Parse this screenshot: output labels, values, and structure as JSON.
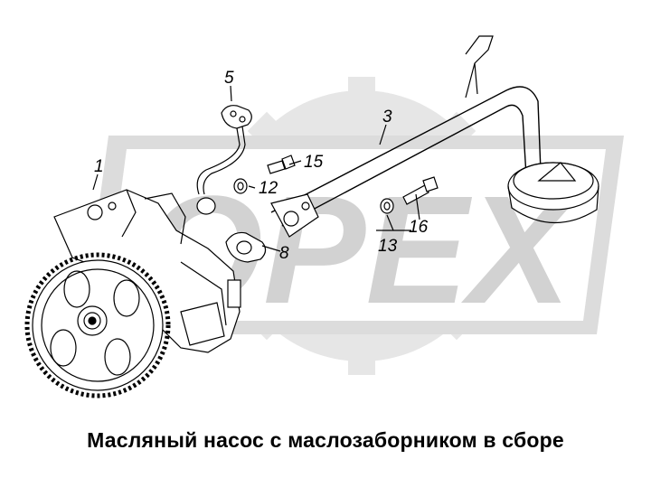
{
  "caption": "Масляный насос с маслозаборником в сборе",
  "watermark": "OPEX",
  "callouts": {
    "c1": "1",
    "c3": "3",
    "c5": "5",
    "c8": "8",
    "c12": "12",
    "c13": "13",
    "c15": "15",
    "c16": "16"
  },
  "colors": {
    "watermark": "#d9d9d9",
    "line": "#000000",
    "background": "#ffffff"
  }
}
